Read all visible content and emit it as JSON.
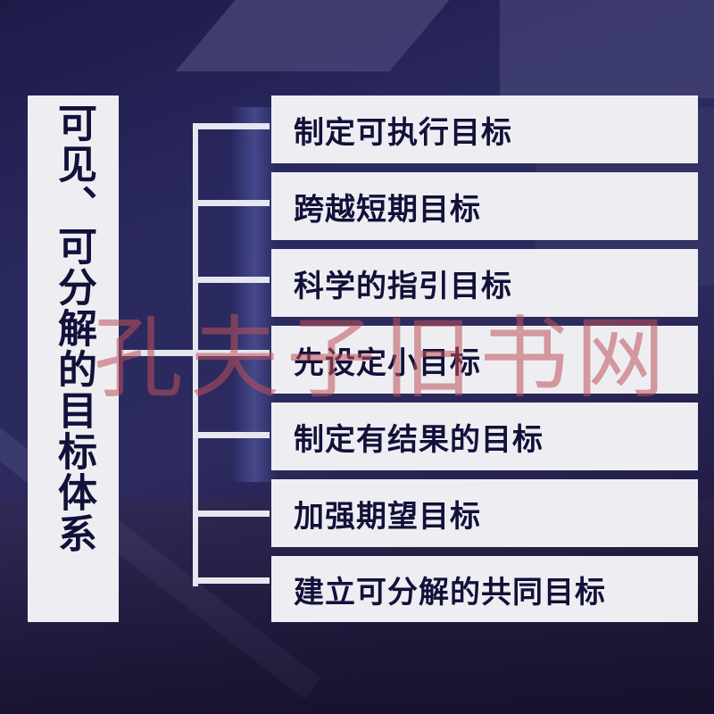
{
  "title": "可见、可分解的目标体系",
  "items": [
    {
      "label": "制定可执行目标"
    },
    {
      "label": "跨越短期目标"
    },
    {
      "label": "科学的指引目标"
    },
    {
      "label": "先设定小目标"
    },
    {
      "label": "制定有结果的目标"
    },
    {
      "label": "加强期望目标"
    },
    {
      "label": "建立可分解的共同目标"
    }
  ],
  "watermark": "孔夫子旧书网",
  "colors": {
    "background": "#2a2960",
    "box": "#eeeef2",
    "text": "#12113a",
    "connector": "#e6e6ee",
    "watermark": "#be505a"
  }
}
